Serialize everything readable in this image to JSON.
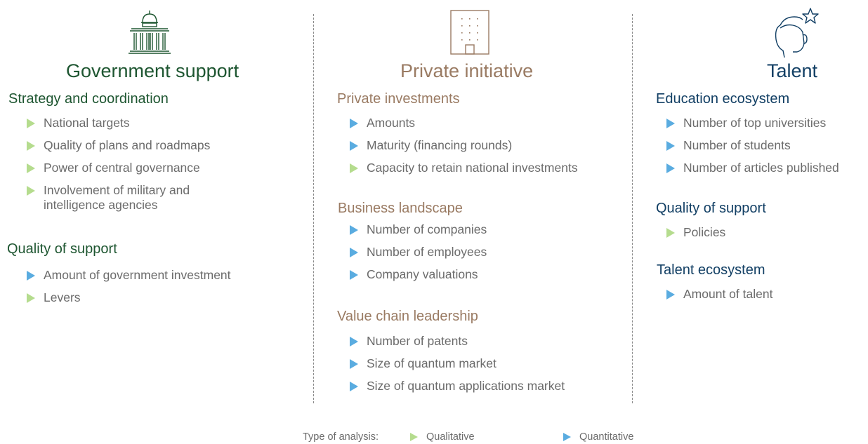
{
  "columns": [
    {
      "title": "Government support",
      "icon": "capitol-building-icon",
      "color": "#1e5631",
      "sections": [
        {
          "title": "Strategy and coordination",
          "items": [
            {
              "text": "National targets",
              "type": "qualitative"
            },
            {
              "text": "Quality of plans and roadmaps",
              "type": "qualitative"
            },
            {
              "text": "Power of central governance",
              "type": "qualitative"
            },
            {
              "text": "Involvement of military and intelligence agencies",
              "type": "qualitative"
            }
          ]
        },
        {
          "title": "Quality of support",
          "items": [
            {
              "text": "Amount of government investment",
              "type": "quantitative"
            },
            {
              "text": "Levers",
              "type": "qualitative"
            }
          ]
        }
      ]
    },
    {
      "title": "Private initiative",
      "icon": "office-building-icon",
      "color": "#9a7b63",
      "sections": [
        {
          "title": "Private investments",
          "items": [
            {
              "text": "Amounts",
              "type": "quantitative"
            },
            {
              "text": "Maturity (financing rounds)",
              "type": "quantitative"
            },
            {
              "text": "Capacity to retain national investments",
              "type": "qualitative"
            }
          ]
        },
        {
          "title": "Business landscape",
          "items": [
            {
              "text": "Number of companies",
              "type": "quantitative"
            },
            {
              "text": "Number of employees",
              "type": "quantitative"
            },
            {
              "text": "Company valuations",
              "type": "quantitative"
            }
          ]
        },
        {
          "title": "Value chain leadership",
          "items": [
            {
              "text": "Number of patents",
              "type": "quantitative"
            },
            {
              "text": "Size of quantum market",
              "type": "quantitative"
            },
            {
              "text": "Size of quantum applications market",
              "type": "quantitative"
            }
          ]
        }
      ]
    },
    {
      "title": "Talent",
      "icon": "person-star-icon",
      "color": "#123f64",
      "sections": [
        {
          "title": "Education ecosystem",
          "items": [
            {
              "text": "Number of top universities",
              "type": "quantitative"
            },
            {
              "text": "Number of students",
              "type": "quantitative"
            },
            {
              "text": "Number of articles published",
              "type": "quantitative"
            }
          ]
        },
        {
          "title": "Quality of support",
          "items": [
            {
              "text": "Policies",
              "type": "qualitative"
            }
          ]
        },
        {
          "title": "Talent ecosystem",
          "items": [
            {
              "text": "Amount of talent",
              "type": "quantitative"
            }
          ]
        }
      ]
    }
  ],
  "legend": {
    "label": "Type of analysis:",
    "qualitative": "Qualitative",
    "quantitative": "Quantitative",
    "qualitative_color": "#b5dc8e",
    "quantitative_color": "#5aace0"
  }
}
